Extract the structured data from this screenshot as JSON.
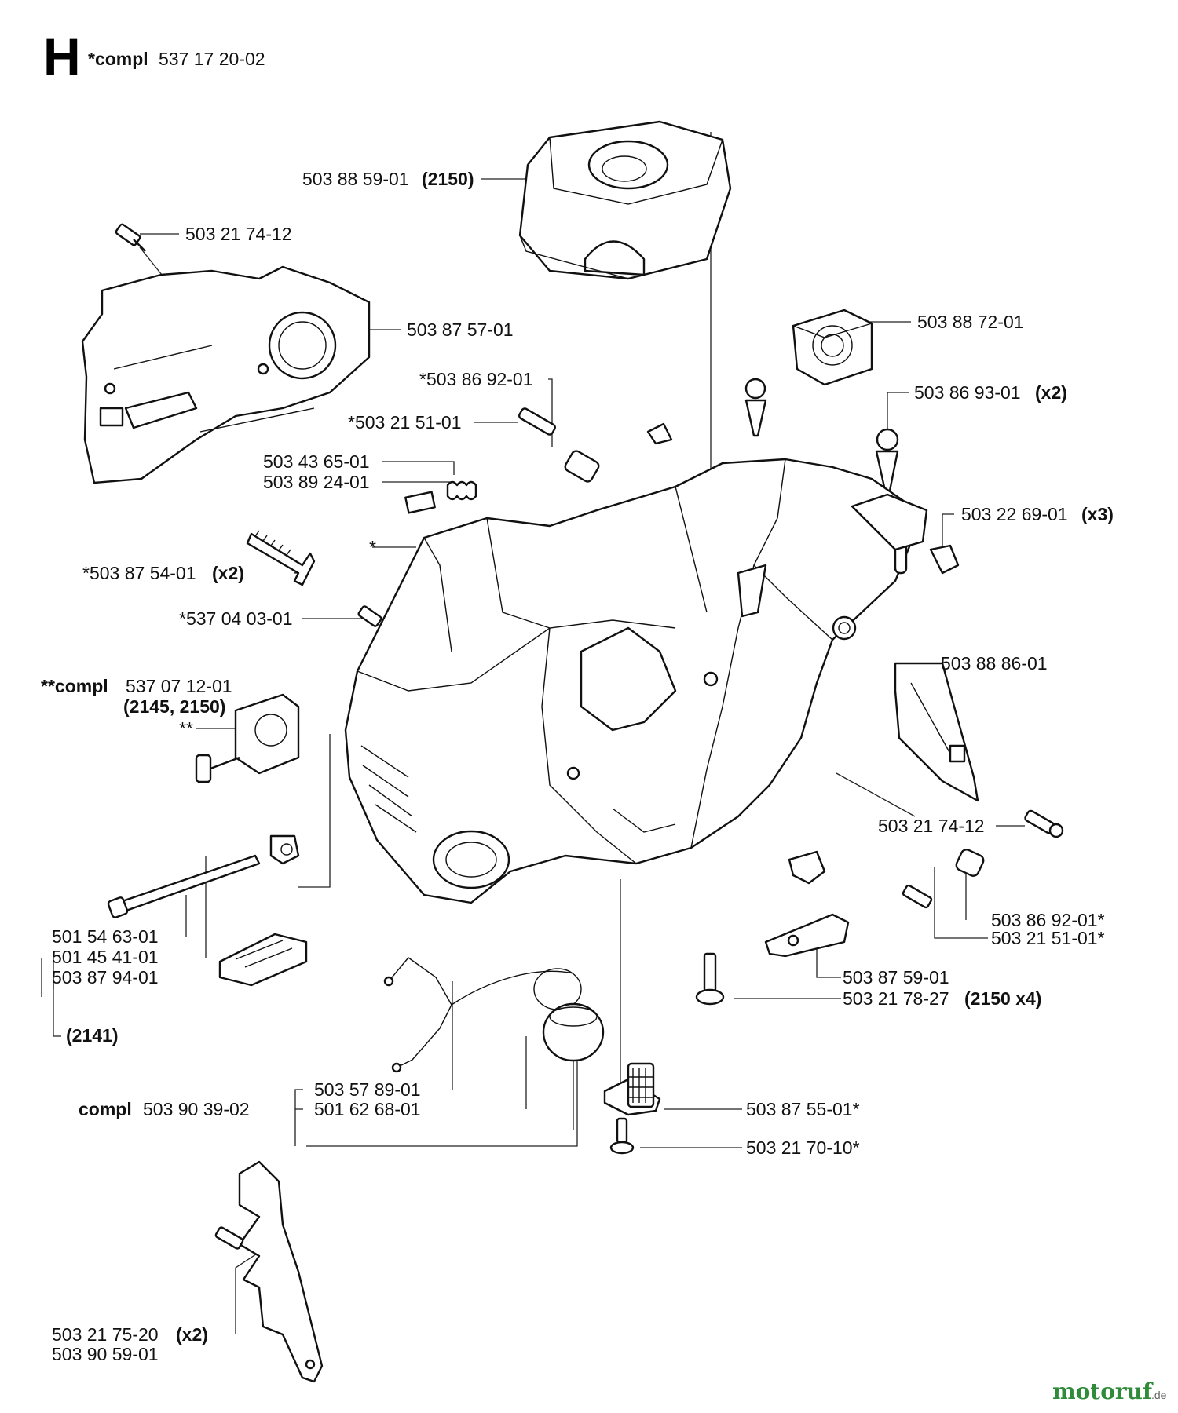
{
  "section_letter": "H",
  "header": {
    "prefix": "*compl",
    "part_no": "537 17 20-02"
  },
  "labels": {
    "cyl_cover": "503 88 59-01",
    "cyl_cover_note": "(2150)",
    "screw_top": "503 21 74-12",
    "side_cover": "503 87 57-01",
    "air_filter": "503 88 72-01",
    "p_869201": "*503 86 92-01",
    "grommet_x2": "503 86 93-01",
    "grommet_x2_note": "(x2)",
    "p_2151": "*503 21 51-01",
    "spring": "503 43 65-01",
    "pad": "503 89 24-01",
    "clip_x3": "503 22 69-01",
    "clip_x3_note": "(x3)",
    "star": "*",
    "bolt_x2": "*503 87 54-01",
    "bolt_x2_note": "(x2)",
    "stud": "*537 04 03-01",
    "guard": "503 88 86-01",
    "tensioner_prefix": "**compl",
    "tensioner_no": "537 07 12-01",
    "tensioner_note": "(2145, 2150)",
    "double_star": "**",
    "screw_right": "503 21 74-12",
    "p_869201b": "503 86 92-01*",
    "p_2151b": "503 21 51-01*",
    "l_546301": "501 54 63-01",
    "l_454101": "501 45 41-01",
    "l_879401": "503 87 94-01",
    "note_2141": "(2141)",
    "bracket": "503 87 59-01",
    "screw_x4": "503 21 78-27",
    "screw_x4_note": "(2150 x4)",
    "cap_a": "503 57 89-01",
    "cap_prefix": "compl",
    "cap_no": "503 90 39-02",
    "cap_b": "501 62 68-01",
    "filter_pick": "503 87 55-01*",
    "screw_small": "503 21 70-10*",
    "spike_screw": "503 21 75-20",
    "spike_screw_note": "(x2)",
    "spike": "503 90 59-01"
  },
  "brand": {
    "name": "motoruf",
    "tld": ".de"
  }
}
